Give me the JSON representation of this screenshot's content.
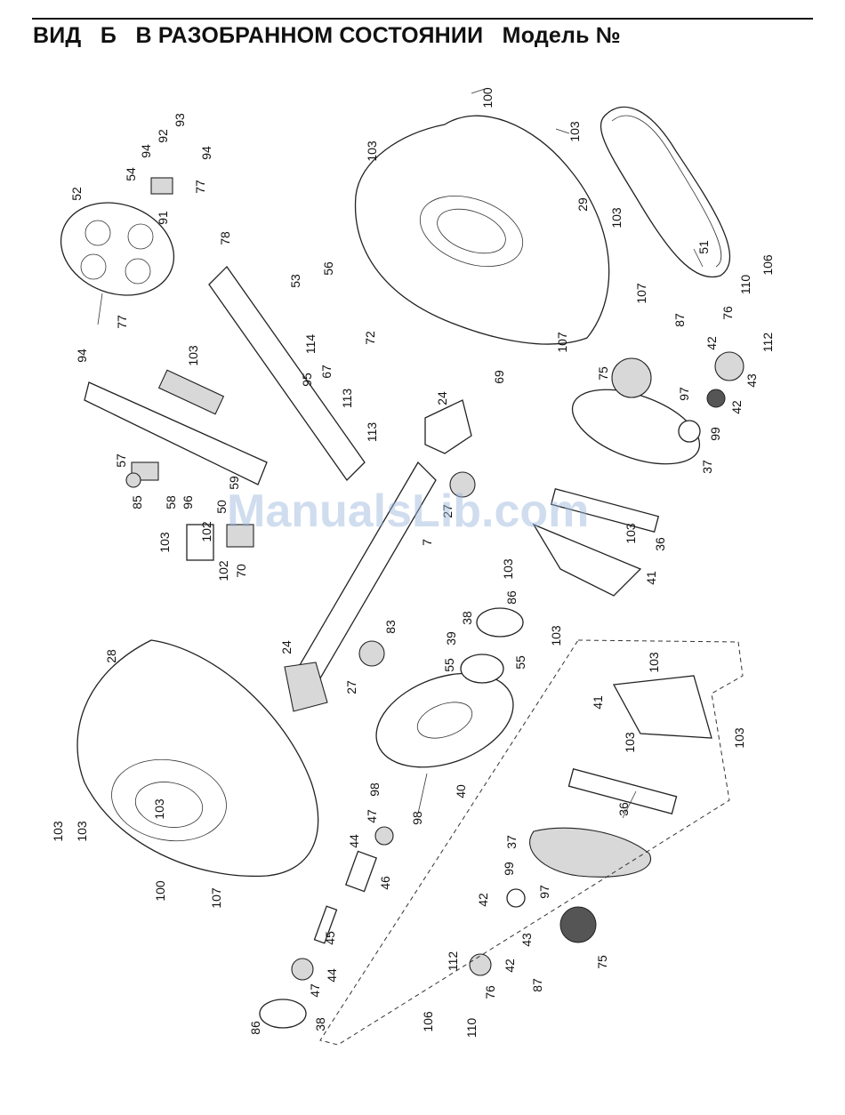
{
  "header": {
    "title": "ВИД   Б   В РАЗОБРАННОМ СОСТОЯНИИ   Модель №"
  },
  "watermark": {
    "text": "ManualsLib.com",
    "color": "#9bb7dc"
  },
  "part_numbers": [
    {
      "id": "p100a",
      "label": "100"
    },
    {
      "id": "p103a",
      "label": "103"
    },
    {
      "id": "p103b",
      "label": "103"
    },
    {
      "id": "p29",
      "label": "29"
    },
    {
      "id": "p103c",
      "label": "103"
    },
    {
      "id": "p51",
      "label": "51"
    },
    {
      "id": "p106a",
      "label": "106"
    },
    {
      "id": "p107a",
      "label": "107"
    },
    {
      "id": "p87a",
      "label": "87"
    },
    {
      "id": "p110a",
      "label": "110"
    },
    {
      "id": "p76a",
      "label": "76"
    },
    {
      "id": "p42a",
      "label": "42"
    },
    {
      "id": "p112a",
      "label": "112"
    },
    {
      "id": "p107b",
      "label": "107"
    },
    {
      "id": "p69",
      "label": "69"
    },
    {
      "id": "p75a",
      "label": "75"
    },
    {
      "id": "p97a",
      "label": "97"
    },
    {
      "id": "p42b",
      "label": "42"
    },
    {
      "id": "p43a",
      "label": "43"
    },
    {
      "id": "p99a",
      "label": "99"
    },
    {
      "id": "p37a",
      "label": "37"
    },
    {
      "id": "p93",
      "label": "93"
    },
    {
      "id": "p92",
      "label": "92"
    },
    {
      "id": "p94a",
      "label": "94"
    },
    {
      "id": "p94b",
      "label": "94"
    },
    {
      "id": "p54",
      "label": "54"
    },
    {
      "id": "p77a",
      "label": "77"
    },
    {
      "id": "p52",
      "label": "52"
    },
    {
      "id": "p91",
      "label": "91"
    },
    {
      "id": "p78",
      "label": "78"
    },
    {
      "id": "p56",
      "label": "56"
    },
    {
      "id": "p53",
      "label": "53"
    },
    {
      "id": "p72",
      "label": "72"
    },
    {
      "id": "p77b",
      "label": "77"
    },
    {
      "id": "p94c",
      "label": "94"
    },
    {
      "id": "p103d",
      "label": "103"
    },
    {
      "id": "p114",
      "label": "114"
    },
    {
      "id": "p95",
      "label": "95"
    },
    {
      "id": "p67",
      "label": "67"
    },
    {
      "id": "p113a",
      "label": "113"
    },
    {
      "id": "p113b",
      "label": "113"
    },
    {
      "id": "p24a",
      "label": "24"
    },
    {
      "id": "p57",
      "label": "57"
    },
    {
      "id": "p59",
      "label": "59"
    },
    {
      "id": "p85",
      "label": "85"
    },
    {
      "id": "p58",
      "label": "58"
    },
    {
      "id": "p96",
      "label": "96"
    },
    {
      "id": "p50",
      "label": "50"
    },
    {
      "id": "p102a",
      "label": "102"
    },
    {
      "id": "p27a",
      "label": "27"
    },
    {
      "id": "p103e",
      "label": "103"
    },
    {
      "id": "p102b",
      "label": "102"
    },
    {
      "id": "p70",
      "label": "70"
    },
    {
      "id": "p7",
      "label": "7"
    },
    {
      "id": "p36a",
      "label": "36"
    },
    {
      "id": "p103f",
      "label": "103"
    },
    {
      "id": "p103g",
      "label": "103"
    },
    {
      "id": "p41a",
      "label": "41"
    },
    {
      "id": "p86a",
      "label": "86"
    },
    {
      "id": "p83",
      "label": "83"
    },
    {
      "id": "p38a",
      "label": "38"
    },
    {
      "id": "p39",
      "label": "39"
    },
    {
      "id": "p103h",
      "label": "103"
    },
    {
      "id": "p55a",
      "label": "55"
    },
    {
      "id": "p55b",
      "label": "55"
    },
    {
      "id": "p28",
      "label": "28"
    },
    {
      "id": "p24b",
      "label": "24"
    },
    {
      "id": "p27b",
      "label": "27"
    },
    {
      "id": "p103i",
      "label": "103"
    },
    {
      "id": "p41b",
      "label": "41"
    },
    {
      "id": "p103j",
      "label": "103"
    },
    {
      "id": "p103k",
      "label": "103"
    },
    {
      "id": "p40",
      "label": "40"
    },
    {
      "id": "p98a",
      "label": "98"
    },
    {
      "id": "p98b",
      "label": "98"
    },
    {
      "id": "p36b",
      "label": "36"
    },
    {
      "id": "p47a",
      "label": "47"
    },
    {
      "id": "p103l",
      "label": "103"
    },
    {
      "id": "p103m",
      "label": "103"
    },
    {
      "id": "p103n",
      "label": "103"
    },
    {
      "id": "p44a",
      "label": "44"
    },
    {
      "id": "p46",
      "label": "46"
    },
    {
      "id": "p37b",
      "label": "37"
    },
    {
      "id": "p100b",
      "label": "100"
    },
    {
      "id": "p107c",
      "label": "107"
    },
    {
      "id": "p99b",
      "label": "99"
    },
    {
      "id": "p97b",
      "label": "97"
    },
    {
      "id": "p42c",
      "label": "42"
    },
    {
      "id": "p45",
      "label": "45"
    },
    {
      "id": "p43b",
      "label": "43"
    },
    {
      "id": "p44b",
      "label": "44"
    },
    {
      "id": "p47b",
      "label": "47"
    },
    {
      "id": "p112b",
      "label": "112"
    },
    {
      "id": "p42d",
      "label": "42"
    },
    {
      "id": "p75b",
      "label": "75"
    },
    {
      "id": "p76b",
      "label": "76"
    },
    {
      "id": "p87b",
      "label": "87"
    },
    {
      "id": "p38b",
      "label": "38"
    },
    {
      "id": "p106b",
      "label": "106"
    },
    {
      "id": "p110b",
      "label": "110"
    },
    {
      "id": "p86b",
      "label": "86"
    }
  ]
}
